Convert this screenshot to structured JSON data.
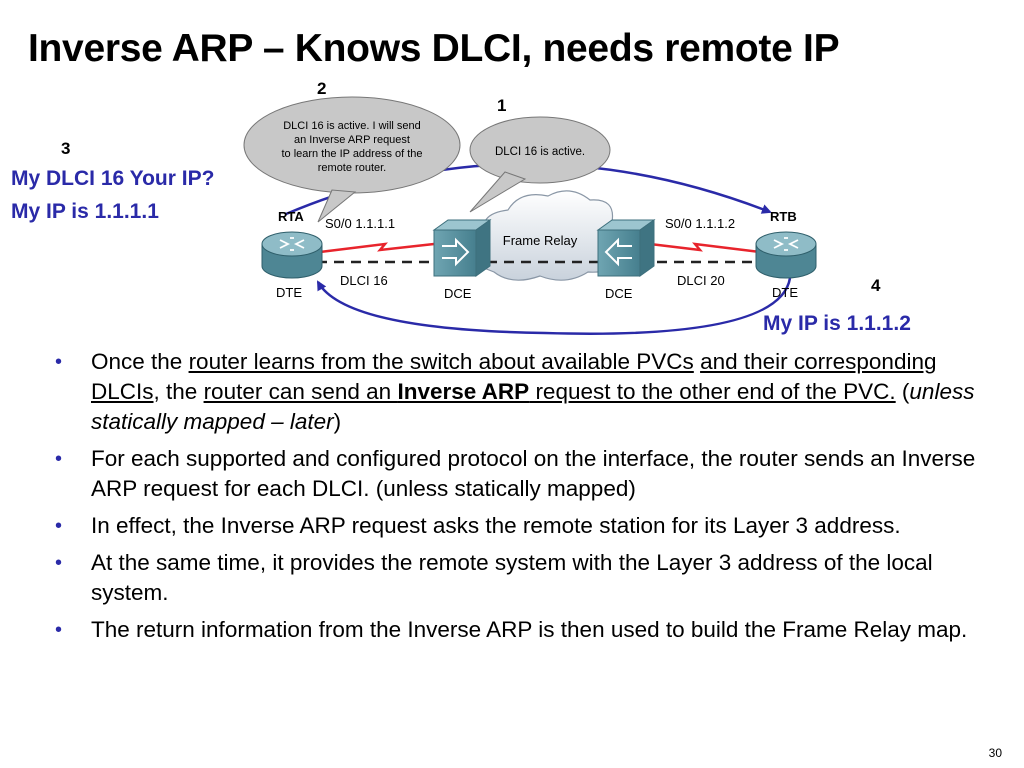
{
  "title": "Inverse ARP – Knows DLCI, needs remote IP",
  "diagram": {
    "callout_rta": [
      "DLCI 16 is active. I will send",
      "an Inverse ARP request",
      "to learn the IP address of the",
      "remote router."
    ],
    "callout_switch": "DLCI 16 is active.",
    "steps": [
      "1",
      "2",
      "3",
      "4"
    ],
    "rta_name": "RTA",
    "rtb_name": "RTB",
    "rta_interface": "S0/0 1.1.1.1",
    "rtb_interface": "S0/0 1.1.1.2",
    "cloud_label": "Frame Relay",
    "dlci_left": "DLCI 16",
    "dlci_right": "DLCI 20",
    "dte": "DTE",
    "dce": "DCE",
    "label_rta_line1": "My DLCI 16 Your IP?",
    "label_rta_line2": "My IP is 1.1.1.1",
    "label_rtb": "My IP is 1.1.1.2"
  },
  "bullets": [
    {
      "b1_a": "Once the ",
      "b1_u1": "router learns from the switch about available PVCs",
      "b1_s1": " ",
      "b1_u2": "and their corresponding DLCIs",
      "b1_s2": ", the ",
      "b1_u3": "router can send an ",
      "b1_ub": "Inverse ARP",
      "b1_u4": " request to the other end of the PVC.",
      "b1_s3": " (",
      "b1_i": "unless statically mapped – later",
      "b1_s4": ")"
    },
    "For each supported and configured protocol on the interface, the router sends an Inverse ARP request for each DLCI. (unless statically mapped)",
    "In effect, the Inverse ARP request asks the remote station for its Layer 3 address.",
    "At the same time, it provides the remote system with the Layer 3 address of the local system.",
    "The return information from the Inverse ARP is then used to build the Frame Relay map."
  ],
  "page_number": "30",
  "colors": {
    "accent": "#2a2aa8",
    "link_red": "#e8242c",
    "device_teal": "#5f97a6",
    "callout_gray": "#c8c8c8"
  }
}
